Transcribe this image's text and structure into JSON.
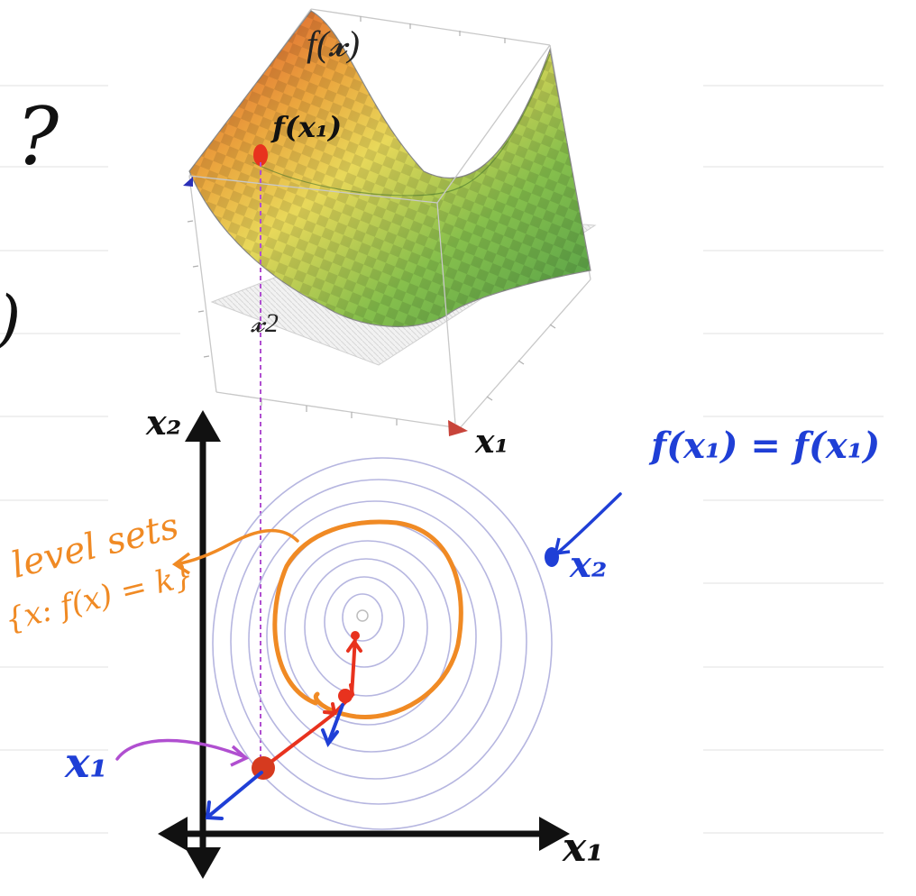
{
  "colors": {
    "ink_blue": "#1f3fd6",
    "ink_orange": "#f08a24",
    "ink_red": "#e8321e",
    "ink_purple": "#b04fd0",
    "ink_black": "#111111",
    "contour": "#b6b6e0",
    "surface_hot": "#d9472a",
    "surface_mid": "#e8d85a",
    "surface_cool": "#5aa84a",
    "note_rule": "#ececec"
  },
  "icons": {
    "x2_axis_arrow": "arrow-up-icon",
    "x1_axis_arrow": "arrow-right-icon"
  },
  "margin_notes": {
    "question_mark": "?",
    "paren_mark": ")"
  },
  "surface_plot": {
    "surface_label": "f(𝔁)",
    "start_point_label": "f(x₁)",
    "floor_axis_label": "𝔁2",
    "right_axis_label": "x₁"
  },
  "contour_plot": {
    "y_axis_label": "x₂",
    "x_axis_label": "x₁",
    "start_point_label": "x₁",
    "second_point_label": "x₂",
    "equality_note": "f(x₁) = f(x₁)",
    "level_sets_title": "level sets",
    "level_sets_definition": "{x: f(x) = k}"
  }
}
